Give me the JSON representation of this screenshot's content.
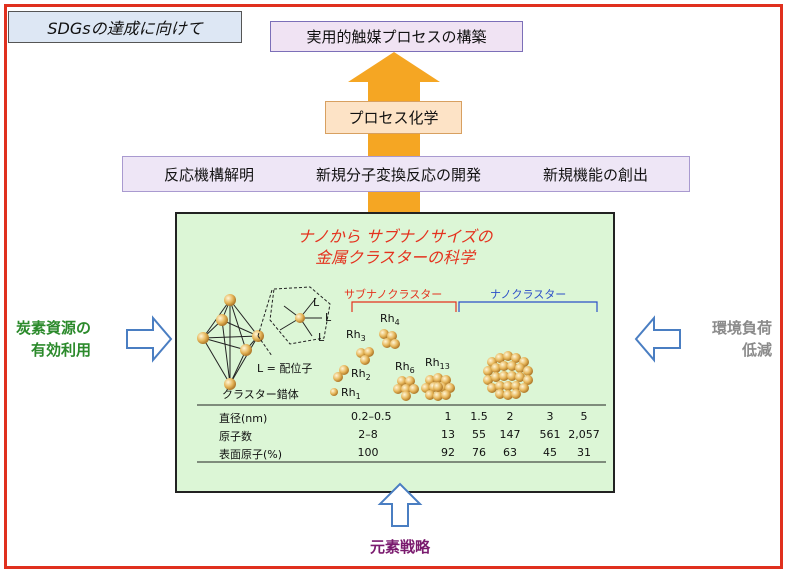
{
  "title": "SDGsの達成に向けて",
  "goal": "実用的触媒プロセスの構築",
  "process": "プロセス化学",
  "research": [
    "反応機構解明",
    "新規分子変換反応の開発",
    "新規機能の創出"
  ],
  "science_title_line1": "ナノから サブナノサイズの",
  "science_title_line2": "金属クラスターの科学",
  "subnano_label": "サブナノクラスター",
  "nano_label": "ナノクラスター",
  "ligand_label": "L = 配位子",
  "ligand_symbol": "L",
  "complex_label": "クラスター錯体",
  "species": {
    "rh1": {
      "base": "Rh",
      "sub": "1"
    },
    "rh2": {
      "base": "Rh",
      "sub": "2"
    },
    "rh3": {
      "base": "Rh",
      "sub": "3"
    },
    "rh4": {
      "base": "Rh",
      "sub": "4"
    },
    "rh6": {
      "base": "Rh",
      "sub": "6"
    },
    "rh13": {
      "base": "Rh",
      "sub": "13"
    }
  },
  "table": {
    "rows": [
      {
        "label": "直径(nm)",
        "values": [
          "0.2–0.5",
          "1",
          "1.5",
          "2",
          "3",
          "5"
        ]
      },
      {
        "label": "原子数",
        "values": [
          "2–8",
          "13",
          "55",
          "147",
          "561",
          "2,057"
        ]
      },
      {
        "label": "表面原子(%)",
        "values": [
          "100",
          "92",
          "76",
          "63",
          "45",
          "31"
        ]
      }
    ]
  },
  "left_side": [
    "炭素資源の",
    "有効利用"
  ],
  "right_side": [
    "環境負荷",
    "低減"
  ],
  "bottom": "元素戦略",
  "colors": {
    "frame": "#e0301e",
    "arrow_orange": "#f5a623",
    "arrow_blue": "#4a7ec2",
    "subnano_bracket": "#e4321e",
    "nano_bracket": "#2b4fc8",
    "sphere": "#e6b65a",
    "box_green": "#dcf6d6"
  },
  "icons": [
    "up-arrow-icon",
    "right-arrow-icon",
    "left-arrow-icon",
    "octahedron-icon"
  ]
}
